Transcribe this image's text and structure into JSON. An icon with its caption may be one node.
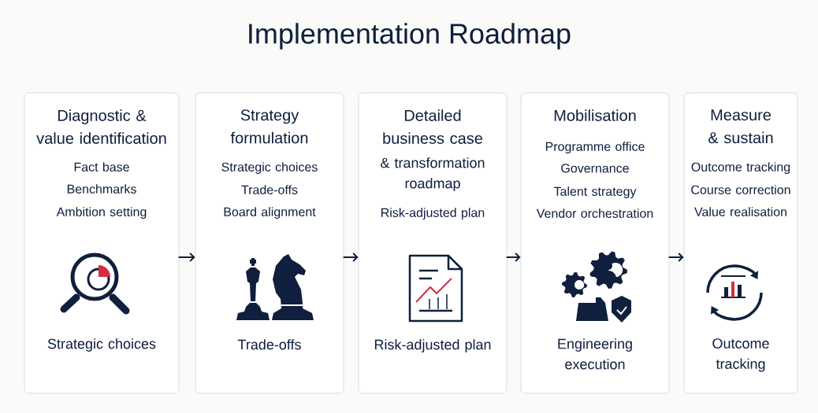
{
  "diagram": {
    "title": "Implementation Roadmap",
    "nodes": [
      {
        "text": [
          "Diagnostic & value identification",
          "Fact base",
          "Benchmarks",
          "Ambition setting",
          "Strategic choices"
        ]
      },
      {
        "text": [
          "Strategy formulation",
          "Strategic choices",
          "Trade-offs",
          "Board alignment",
          "Trade-offs"
        ]
      },
      {
        "text": [
          "Detailed business case",
          "& transformation roadmap",
          "Risk-adjusted plan",
          "Risk-adjusted plan"
        ]
      },
      {
        "text": [
          "Mobilisation",
          "Programme office",
          "Governance",
          "Talent strategy",
          "Vendor orchestration",
          "Engineering execution"
        ]
      },
      {
        "text": [
          "Measure & sustain",
          "Outcome tracking",
          "Course correction",
          "Value realisation",
          "Outcome tracking"
        ]
      }
    ],
    "edges": [
      {
        "from": 0,
        "to": 1,
        "arrow": "to"
      },
      {
        "from": 1,
        "to": 2,
        "arrow": "to"
      },
      {
        "from": 2,
        "to": 3,
        "arrow": "to"
      },
      {
        "from": 3,
        "to": 4,
        "arrow": "to"
      }
    ]
  }
}
